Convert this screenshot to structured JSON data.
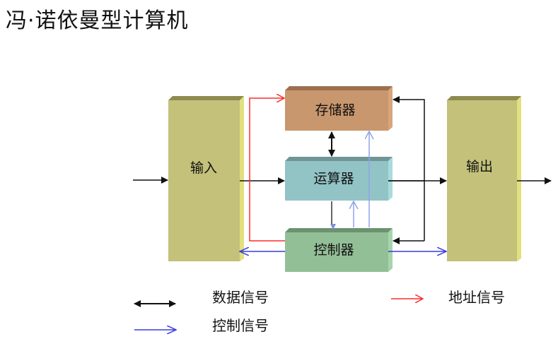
{
  "title": "冯·诺依曼型计算机",
  "components": {
    "input": {
      "label": "输入",
      "color": "#c3c17a"
    },
    "memory": {
      "label": "存储器",
      "color": "#c8976d"
    },
    "alu": {
      "label": "运算器",
      "color": "#92c3c5"
    },
    "controller": {
      "label": "控制器",
      "color": "#93bf97"
    },
    "output": {
      "label": "输出",
      "color": "#c3c17a"
    }
  },
  "legend": {
    "data": {
      "label": "数据信号",
      "color": "#000000"
    },
    "address": {
      "label": "地址信号",
      "color": "#ff3333"
    },
    "control": {
      "label": "控制信号",
      "color": "#3333dd"
    }
  },
  "colors": {
    "data_line": "#111111",
    "address_line": "#ff2a2a",
    "control_line": "#3a3ae0",
    "control_light": "#8fa3ea"
  }
}
